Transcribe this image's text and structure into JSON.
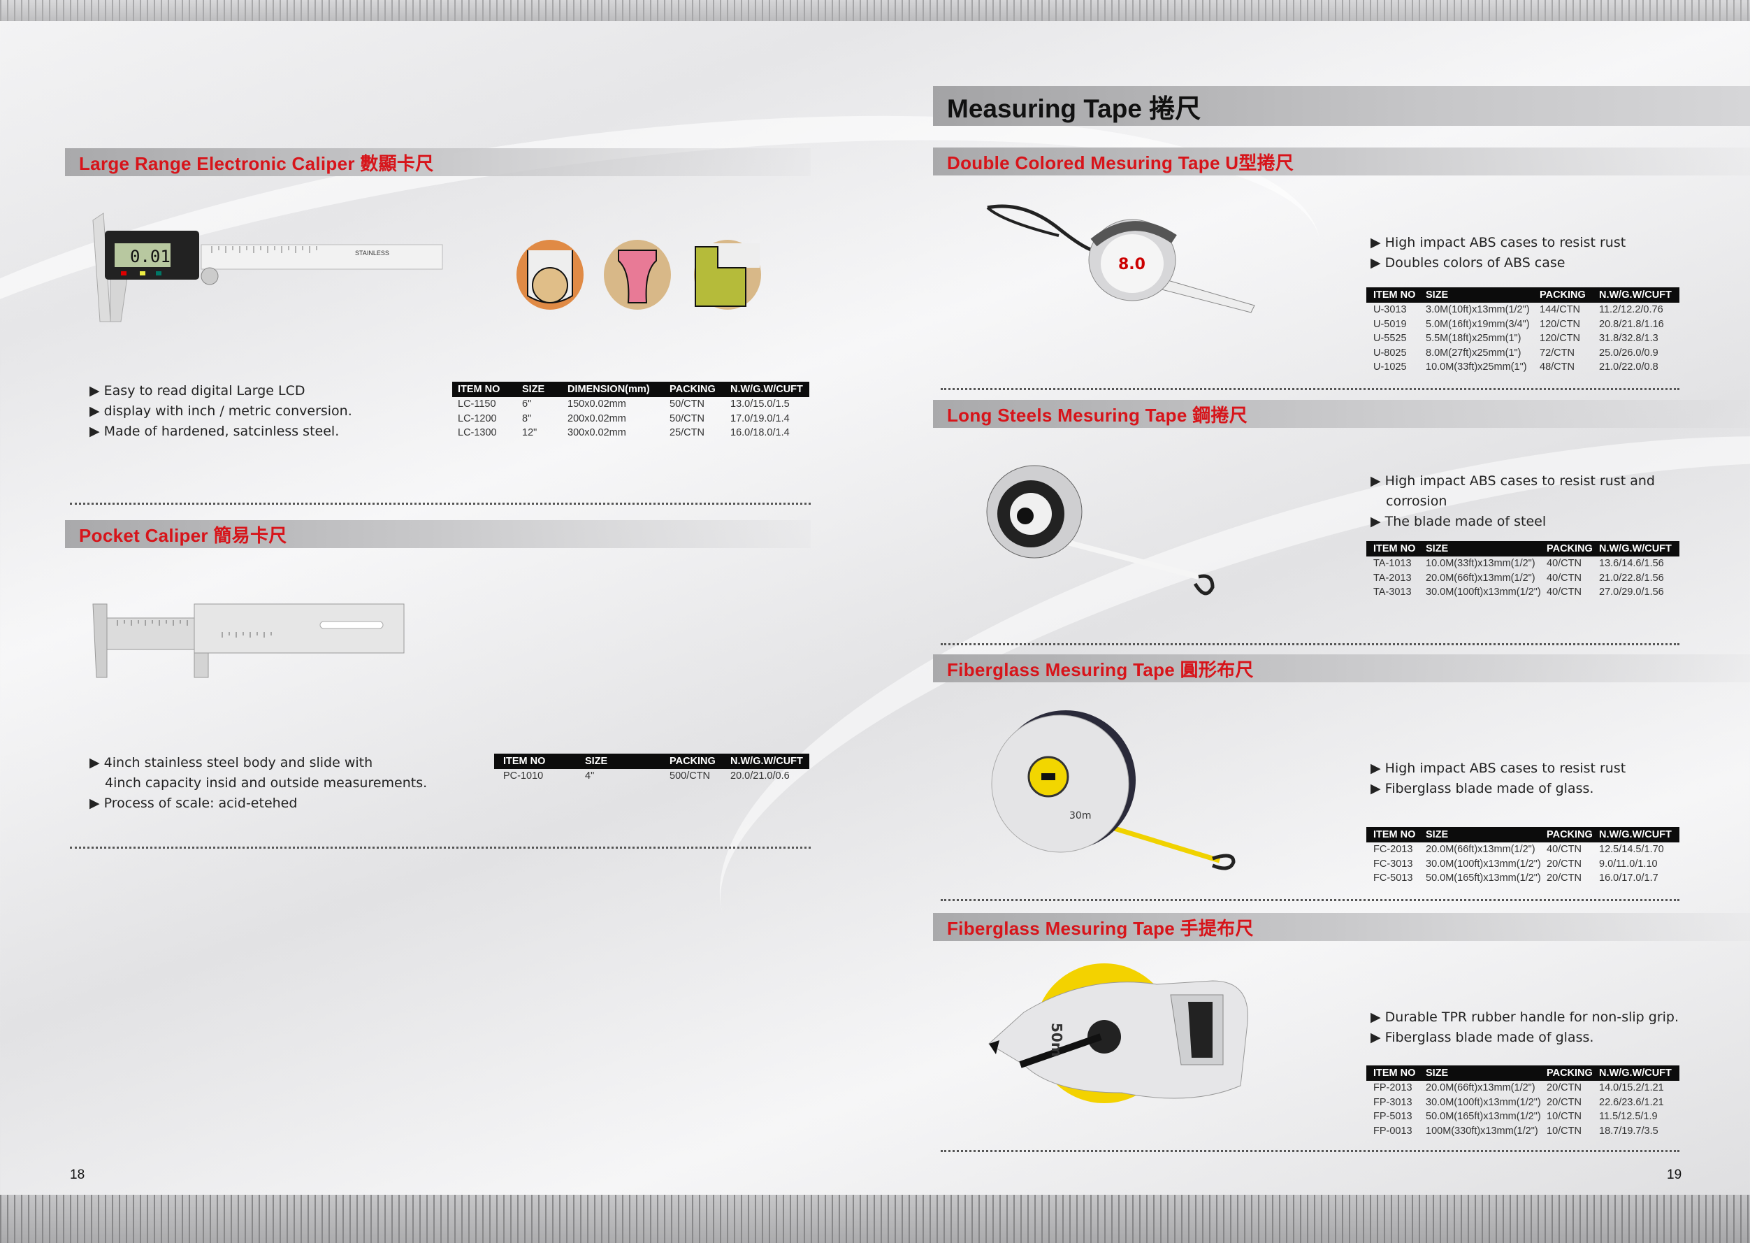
{
  "main_title": "Measuring Tape 捲尺",
  "page_left": "18",
  "page_right": "19",
  "colors": {
    "accent": "#d7141a",
    "table_header": "#0c0c0c"
  },
  "sections": {
    "electronic_caliper": {
      "title": "Large Range Electronic Caliper 數顯卡尺",
      "bullets": [
        "Easy to read digital Large LCD",
        "display with inch / metric conversion.",
        "Made of hardened, satcinless steel."
      ],
      "table": {
        "headers": [
          "ITEM NO",
          "SIZE",
          "DIMENSION(mm)",
          "PACKING",
          "N.W/G.W/CUFT"
        ],
        "rows": [
          [
            "LC-1150",
            "6\"",
            "150x0.02mm",
            "50/CTN",
            "13.0/15.0/1.5"
          ],
          [
            "LC-1200",
            "8\"",
            "200x0.02mm",
            "50/CTN",
            "17.0/19.0/1.4"
          ],
          [
            "LC-1300",
            "12\"",
            "300x0.02mm",
            "25/CTN",
            "16.0/18.0/1.4"
          ]
        ]
      }
    },
    "pocket_caliper": {
      "title": "Pocket Caliper 簡易卡尺",
      "bullets": [
        "4inch stainless steel body and slide with",
        "4inch capacity insid and outside measurements.",
        "Process of scale: acid-etehed"
      ],
      "table": {
        "headers": [
          "ITEM NO",
          "SIZE",
          "PACKING",
          "N.W/G.W/CUFT"
        ],
        "rows": [
          [
            "PC-1010",
            "4\"",
            "500/CTN",
            "20.0/21.0/0.6"
          ]
        ]
      }
    },
    "double_colored": {
      "title": "Double Colored Mesuring Tape U型捲尺",
      "bullets": [
        "High impact ABS cases to resist rust",
        "Doubles colors of ABS case"
      ],
      "table": {
        "headers": [
          "ITEM NO",
          "SIZE",
          "PACKING",
          "N.W/G.W/CUFT"
        ],
        "rows": [
          [
            "U-3013",
            "3.0M(10ft)x13mm(1/2\")",
            "144/CTN",
            "11.2/12.2/0.76"
          ],
          [
            "U-5019",
            "5.0M(16ft)x19mm(3/4\")",
            "120/CTN",
            "20.8/21.8/1.16"
          ],
          [
            "U-5525",
            "5.5M(18ft)x25mm(1\")",
            "120/CTN",
            "31.8/32.8/1.3"
          ],
          [
            "U-8025",
            "8.0M(27ft)x25mm(1\")",
            "72/CTN",
            "25.0/26.0/0.9"
          ],
          [
            "U-1025",
            "10.0M(33ft)x25mm(1\")",
            "48/CTN",
            "21.0/22.0/0.8"
          ]
        ]
      }
    },
    "long_steels": {
      "title": "Long Steels Mesuring Tape 鋼捲尺",
      "bullets": [
        "High impact ABS cases to resist rust and",
        "corrosion",
        "The blade made of steel"
      ],
      "table": {
        "headers": [
          "ITEM NO",
          "SIZE",
          "PACKING",
          "N.W/G.W/CUFT"
        ],
        "rows": [
          [
            "TA-1013",
            "10.0M(33ft)x13mm(1/2\")",
            "40/CTN",
            "13.6/14.6/1.56"
          ],
          [
            "TA-2013",
            "20.0M(66ft)x13mm(1/2\")",
            "40/CTN",
            "21.0/22.8/1.56"
          ],
          [
            "TA-3013",
            "30.0M(100ft)x13mm(1/2\")",
            "40/CTN",
            "27.0/29.0/1.56"
          ]
        ]
      }
    },
    "fiberglass_round": {
      "title": "Fiberglass Mesuring Tape 圓形布尺",
      "bullets": [
        "High impact ABS cases to resist rust",
        "Fiberglass blade made of glass."
      ],
      "table": {
        "headers": [
          "ITEM NO",
          "SIZE",
          "PACKING",
          "N.W/G.W/CUFT"
        ],
        "rows": [
          [
            "FC-2013",
            "20.0M(66ft)x13mm(1/2\")",
            "40/CTN",
            "12.5/14.5/1.70"
          ],
          [
            "FC-3013",
            "30.0M(100ft)x13mm(1/2\")",
            "20/CTN",
            "9.0/11.0/1.10"
          ],
          [
            "FC-5013",
            "50.0M(165ft)x13mm(1/2\")",
            "20/CTN",
            "16.0/17.0/1.7"
          ]
        ]
      }
    },
    "fiberglass_handle": {
      "title": "Fiberglass Mesuring Tape 手提布尺",
      "bullets": [
        "Durable TPR rubber handle for non-slip grip.",
        "Fiberglass blade made of glass."
      ],
      "table": {
        "headers": [
          "ITEM NO",
          "SIZE",
          "PACKING",
          "N.W/G.W/CUFT"
        ],
        "rows": [
          [
            "FP-2013",
            "20.0M(66ft)x13mm(1/2\")",
            "20/CTN",
            "14.0/15.2/1.21"
          ],
          [
            "FP-3013",
            "30.0M(100ft)x13mm(1/2\")",
            "20/CTN",
            "22.6/23.6/1.21"
          ],
          [
            "FP-5013",
            "50.0M(165ft)x13mm(1/2\")",
            "10/CTN",
            "11.5/12.5/1.9"
          ],
          [
            "FP-0013",
            "100M(330ft)x13mm(1/2\")",
            "10/CTN",
            "18.7/19.7/3.5"
          ]
        ]
      }
    }
  },
  "labels": {
    "lcd_reading": "0.01",
    "tape1_reading": "8.0",
    "tape3_reading": "30m",
    "tape4_reading": "50m"
  }
}
